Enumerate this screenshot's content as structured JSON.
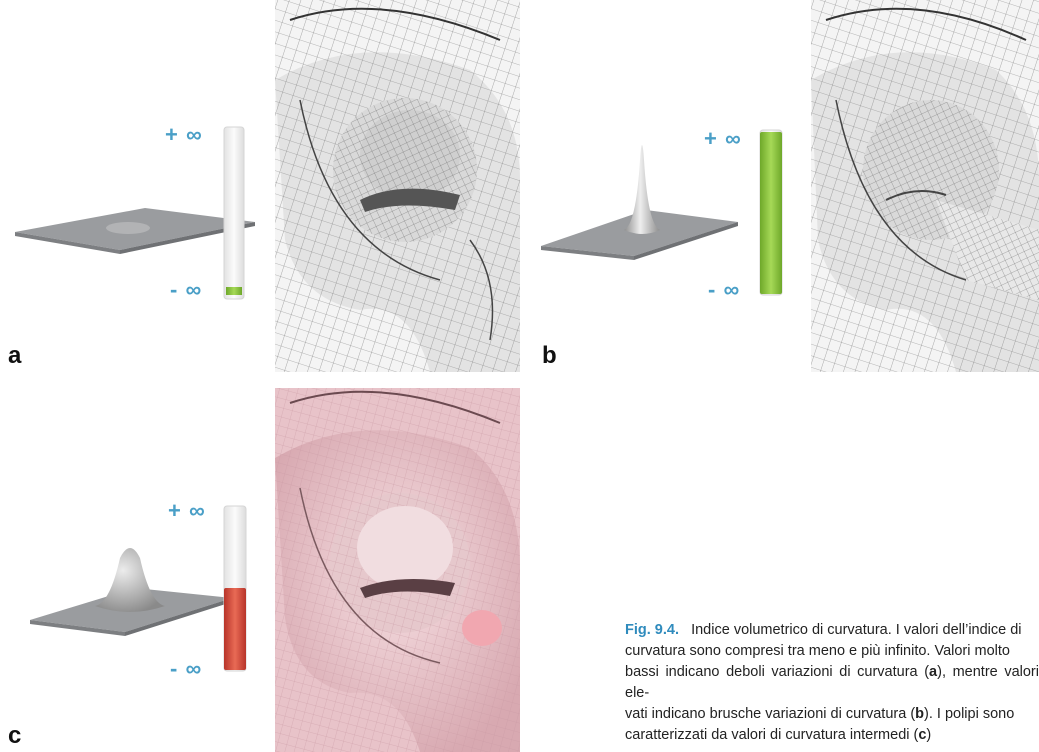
{
  "panels": [
    {
      "letter": "a",
      "plus_label": "+ ∞",
      "minus_label": "- ∞",
      "bar_color": "#8cc63f",
      "bar_level": 0.05,
      "surface": "flat"
    },
    {
      "letter": "b",
      "plus_label": "+ ∞",
      "minus_label": "- ∞",
      "bar_color": "#8cc63f",
      "bar_level": 1.0,
      "surface": "spike"
    },
    {
      "letter": "c",
      "plus_label": "+ ∞",
      "minus_label": "- ∞",
      "bar_color": "#d94a35",
      "bar_level": 0.5,
      "surface": "bump"
    }
  ],
  "caption": {
    "fig_number": "Fig. 9.4.",
    "line1": "Indice volumetrico di curvatura. I valori dell’indice di",
    "line2": "curvatura sono compresi tra meno e più infinito. Valori molto",
    "line3_a": "bassi indicano deboli variazioni di curvatura (",
    "line3_b": "a",
    "line3_c": "), mentre valori ele-",
    "line4_a": "vati indicano brusche variazioni di curvatura (",
    "line4_b": "b",
    "line4_c": "). I polipi sono",
    "line5_a": "caratterizzati da valori di curvatura intermedi (",
    "line5_b": "c",
    "line5_c": ")"
  }
}
